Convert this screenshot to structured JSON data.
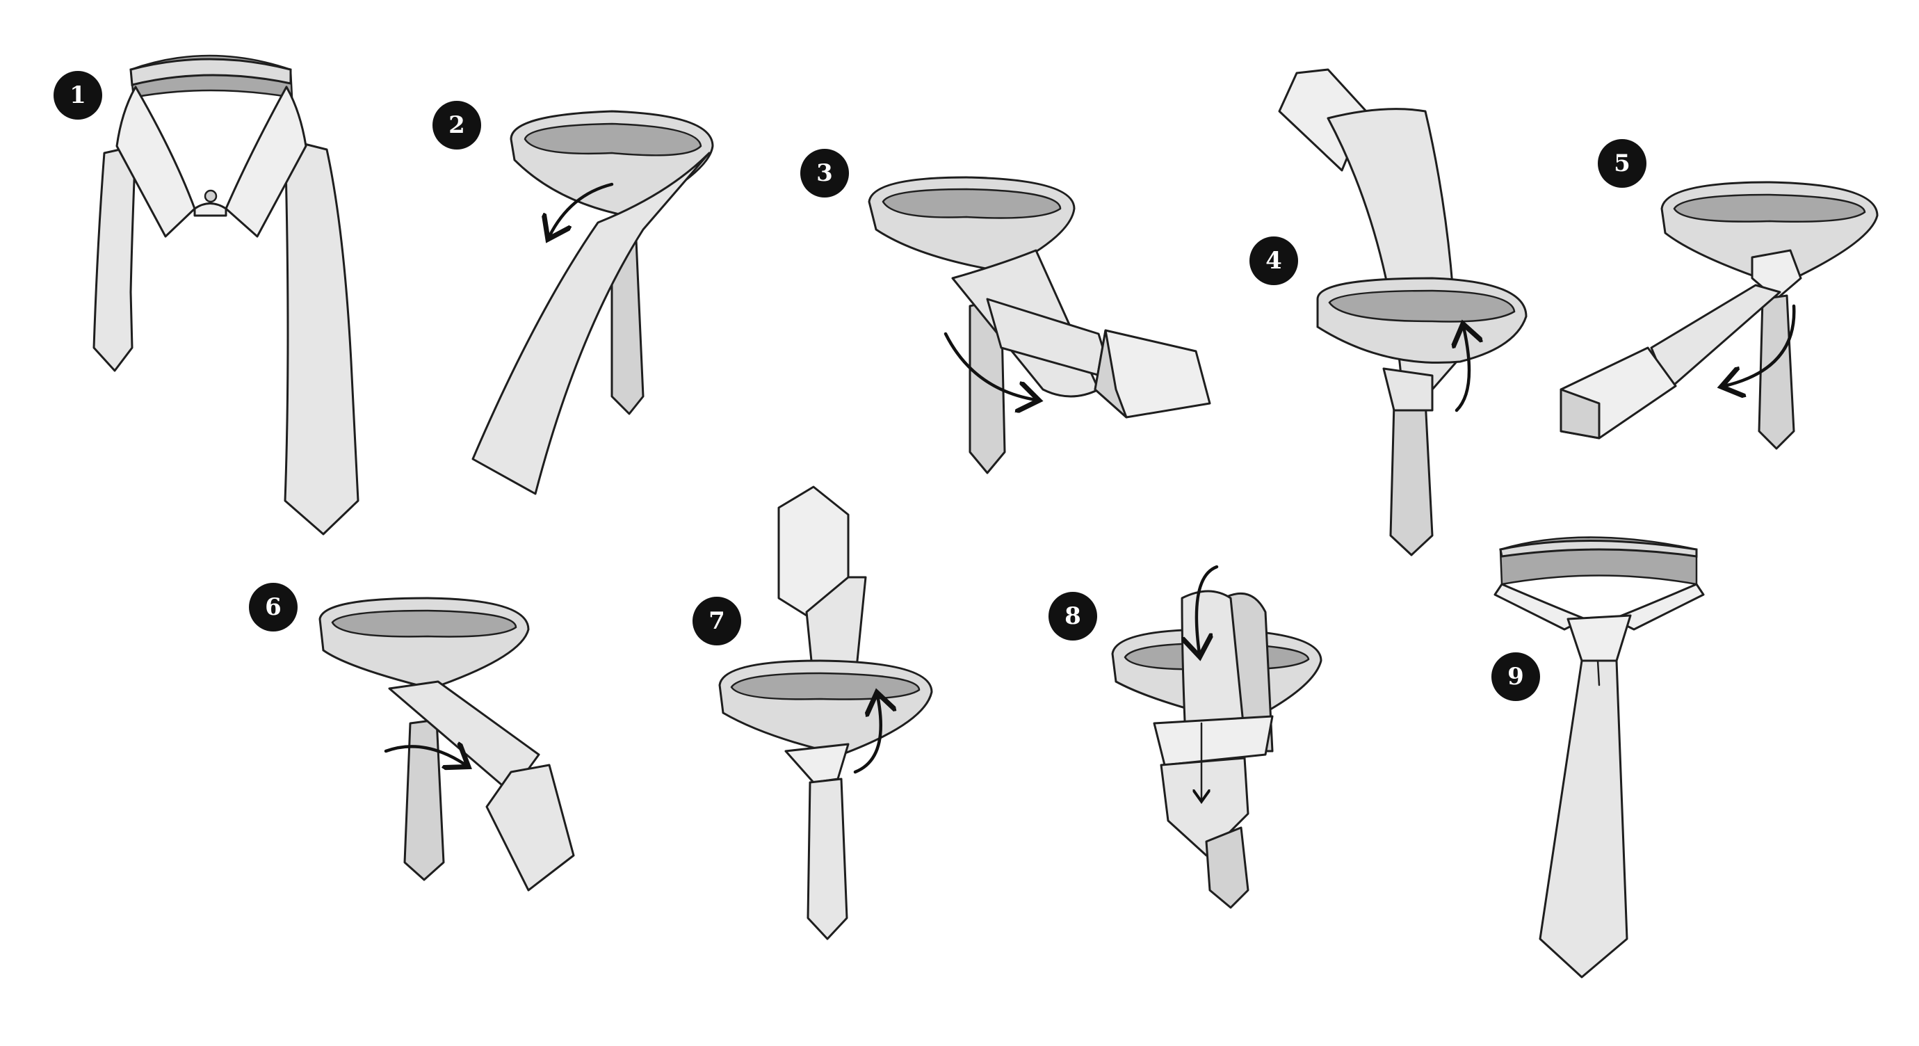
{
  "steps": [
    {
      "number": "1"
    },
    {
      "number": "2"
    },
    {
      "number": "3"
    },
    {
      "number": "4"
    },
    {
      "number": "5"
    },
    {
      "number": "6"
    },
    {
      "number": "7"
    },
    {
      "number": "8"
    },
    {
      "number": "9"
    }
  ],
  "colors": {
    "tie_fill": "#e6e6e6",
    "outline": "#1e1e1e",
    "collar_inner": "#a9a9a9",
    "badge": "#111111"
  },
  "icons": [
    "curved-arrow-icon"
  ]
}
